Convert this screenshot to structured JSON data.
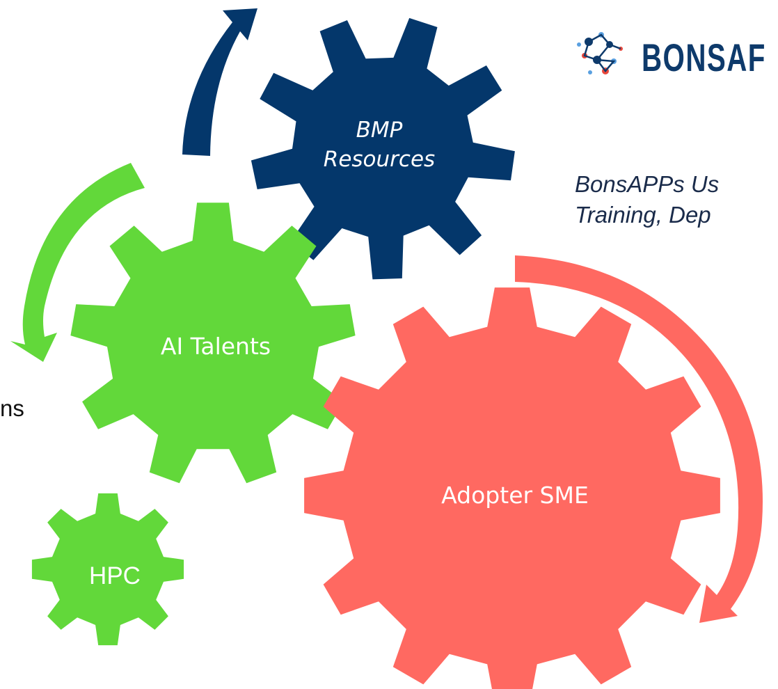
{
  "logo": {
    "text": "BONSAF",
    "icon": "circuit-brain-icon"
  },
  "subtitle": {
    "line1": "BonsAPPs Us",
    "line2": "Training, Dep"
  },
  "side_text": "ns",
  "gears": {
    "bmp": {
      "line1": "BMP",
      "line2": "Resources",
      "color": "#04376b"
    },
    "ai": {
      "label": "AI Talents",
      "color": "#62d83a"
    },
    "adopter": {
      "label": "Adopter SME",
      "color": "#ff6961"
    },
    "hpc": {
      "label": "HPC",
      "color": "#62d83a"
    }
  },
  "colors": {
    "navy": "#04376b",
    "green": "#62d83a",
    "coral": "#ff6961",
    "logo_red": "#e8473b"
  }
}
